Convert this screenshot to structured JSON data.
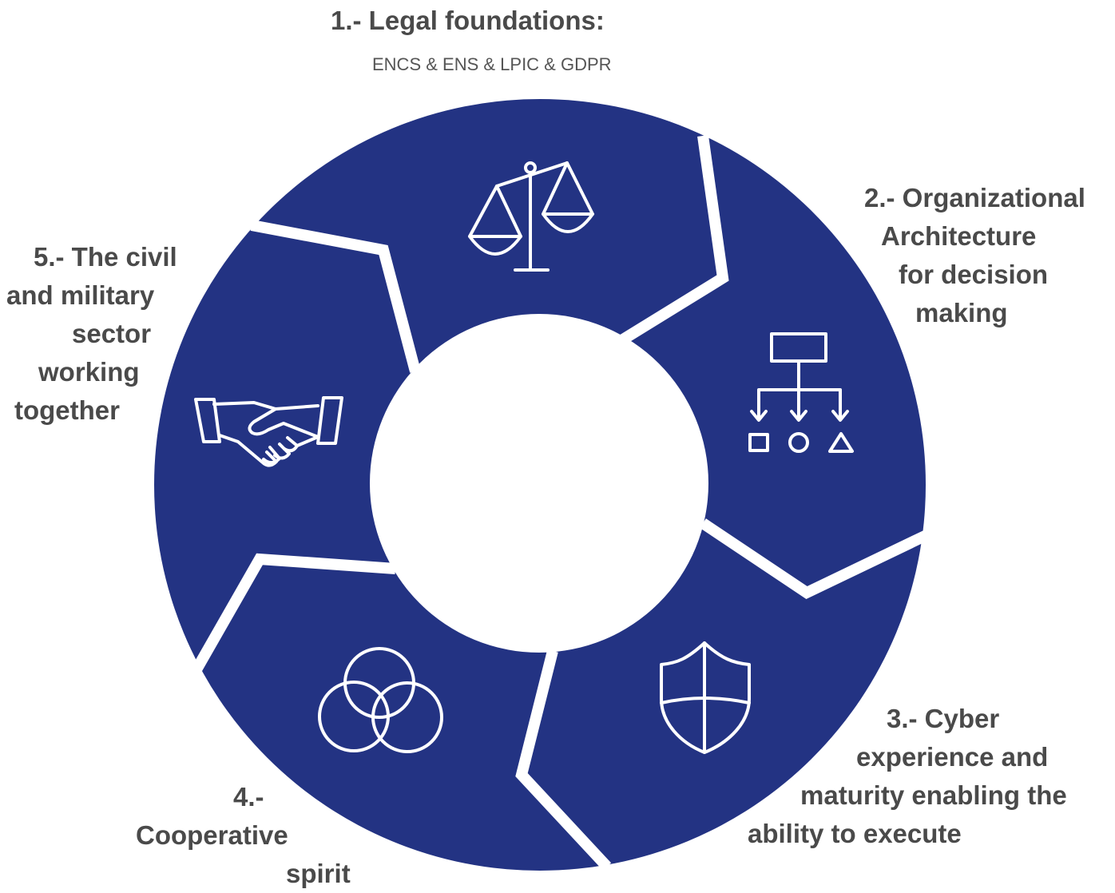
{
  "title": "1.- Legal foundations:",
  "subtitle": "ENCS & ENS &  LPIC & GDPR",
  "colors": {
    "ring": "#233383",
    "divider": "#ffffff",
    "text": "#4a4a4a"
  },
  "segments": [
    {
      "id": "legal",
      "icon": "scales-icon",
      "lines": [
        "1.- Legal foundations:"
      ]
    },
    {
      "id": "organizational",
      "icon": "org-chart-icon",
      "lines": [
        "2.- Organizational",
        "Architecture",
        "for decision",
        "making"
      ]
    },
    {
      "id": "cyber",
      "icon": "shield-icon",
      "lines": [
        "3.- Cyber",
        "experience and",
        "maturity enabling the",
        "ability to execute"
      ]
    },
    {
      "id": "cooperative",
      "icon": "venn-circles-icon",
      "lines": [
        "4.-",
        "Cooperative",
        "spirit"
      ]
    },
    {
      "id": "civil-military",
      "icon": "handshake-icon",
      "lines": [
        "5.- The civil",
        "and military",
        "sector",
        "working",
        "together"
      ]
    }
  ]
}
